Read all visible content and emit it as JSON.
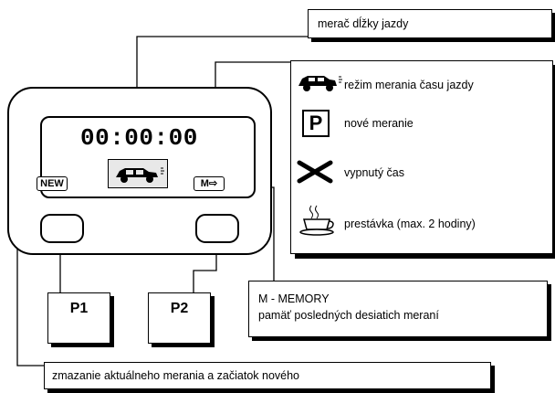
{
  "callouts": {
    "top": "merač dĺžky jazdy",
    "memory_title": "M - MEMORY",
    "memory_desc": "pamäť posledných desiatich meraní",
    "bottom": "zmazanie aktuálneho merania a začiatok nového"
  },
  "device": {
    "time": "00:00:00",
    "new_label": "NEW",
    "memory_label": "M⇨",
    "buttons": [
      "P1",
      "P2"
    ]
  },
  "legend": [
    {
      "icon": "car-icon",
      "text": "režim merania času jazdy"
    },
    {
      "icon": "parking-p-icon",
      "text": "nové meranie",
      "glyph": "P"
    },
    {
      "icon": "cross-icon",
      "text": "vypnutý čas"
    },
    {
      "icon": "coffee-cup-icon",
      "text": "prestávka (max. 2 hodiny)"
    }
  ]
}
